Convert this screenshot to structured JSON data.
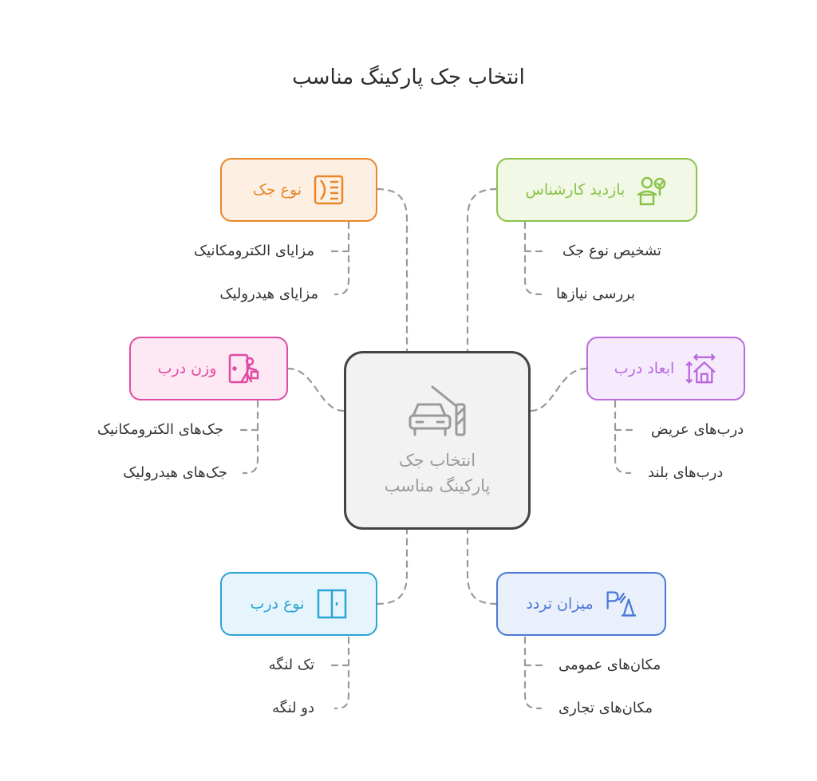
{
  "title": "انتخاب جک پارکینگ مناسب",
  "center": {
    "line1": "انتخاب جک",
    "line2": "پارکینگ مناسب",
    "icon": "car-barrier-icon"
  },
  "nodes": {
    "jack_type": {
      "label": "نوع جک",
      "icon": "jack-panel-icon",
      "color": "#e8862a",
      "bg": "#fdf0e3",
      "items": [
        "مزایای الکترومکانیک",
        "مزایای هیدرولیک"
      ]
    },
    "expert_visit": {
      "label": "بازدید کارشناس",
      "icon": "expert-icon",
      "color": "#8bc34a",
      "bg": "#f1f8e6",
      "items": [
        "تشخیص نوع جک",
        "بررسی نیازها"
      ]
    },
    "door_weight": {
      "label": "وزن درب",
      "icon": "door-weight-icon",
      "color": "#e04ba3",
      "bg": "#fde8f3",
      "items": [
        "جک‌های الکترومکانیک",
        "جک‌های هیدرولیک"
      ]
    },
    "door_size": {
      "label": "ابعاد درب",
      "icon": "house-dimension-icon",
      "color": "#b96ae0",
      "bg": "#f6ebfc",
      "items": [
        "درب‌های عریض",
        "درب‌های بلند"
      ]
    },
    "door_type": {
      "label": "نوع درب",
      "icon": "double-door-icon",
      "color": "#2ba4d6",
      "bg": "#e6f5fb",
      "items": [
        "تک لنگه",
        "دو لنگه"
      ]
    },
    "traffic": {
      "label": "میزان تردد",
      "icon": "parking-cone-icon",
      "color": "#4a78d8",
      "bg": "#eaf0fb",
      "items": [
        "مکان‌های عمومی",
        "مکان‌های تجاری"
      ]
    }
  }
}
